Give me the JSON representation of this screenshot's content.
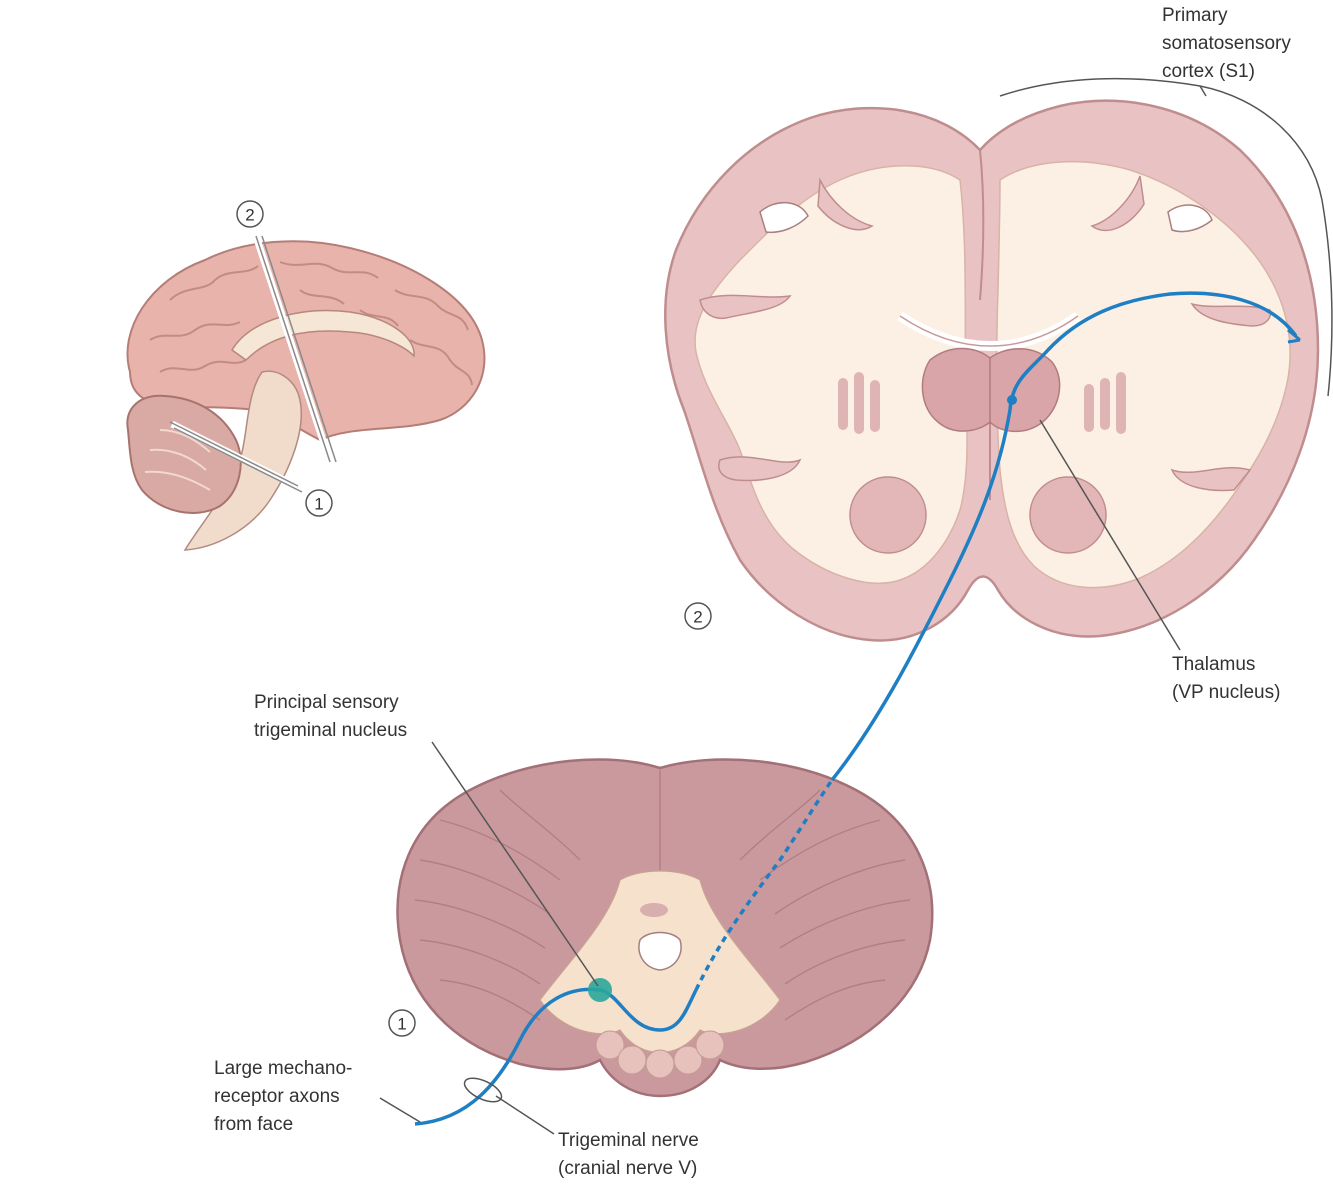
{
  "labels": {
    "s1": [
      "Primary",
      "somatosensory",
      "cortex (S1)"
    ],
    "thalamus": [
      "Thalamus",
      "(VP nucleus)"
    ],
    "principal": [
      "Principal sensory",
      "trigeminal nucleus"
    ],
    "axons": [
      "Large mechano-",
      "receptor axons",
      "from face"
    ],
    "trigeminal": [
      "Trigeminal nerve",
      "(cranial nerve V)"
    ]
  },
  "markers": {
    "sagittal_plane_1": "1",
    "sagittal_plane_2": "2",
    "section_2": "2",
    "section_1": "1"
  },
  "colors": {
    "pathway": "#1f7fc4",
    "nucleus": "#2aa79b",
    "gray_matter": "#e8c4c4",
    "gray_matter_edge": "#c79a9a",
    "white_matter": "#fbf1e6",
    "thalamus": "#d6a2a6",
    "sagittal_brain": "#e9b9b0",
    "pons": "#c7979c"
  }
}
